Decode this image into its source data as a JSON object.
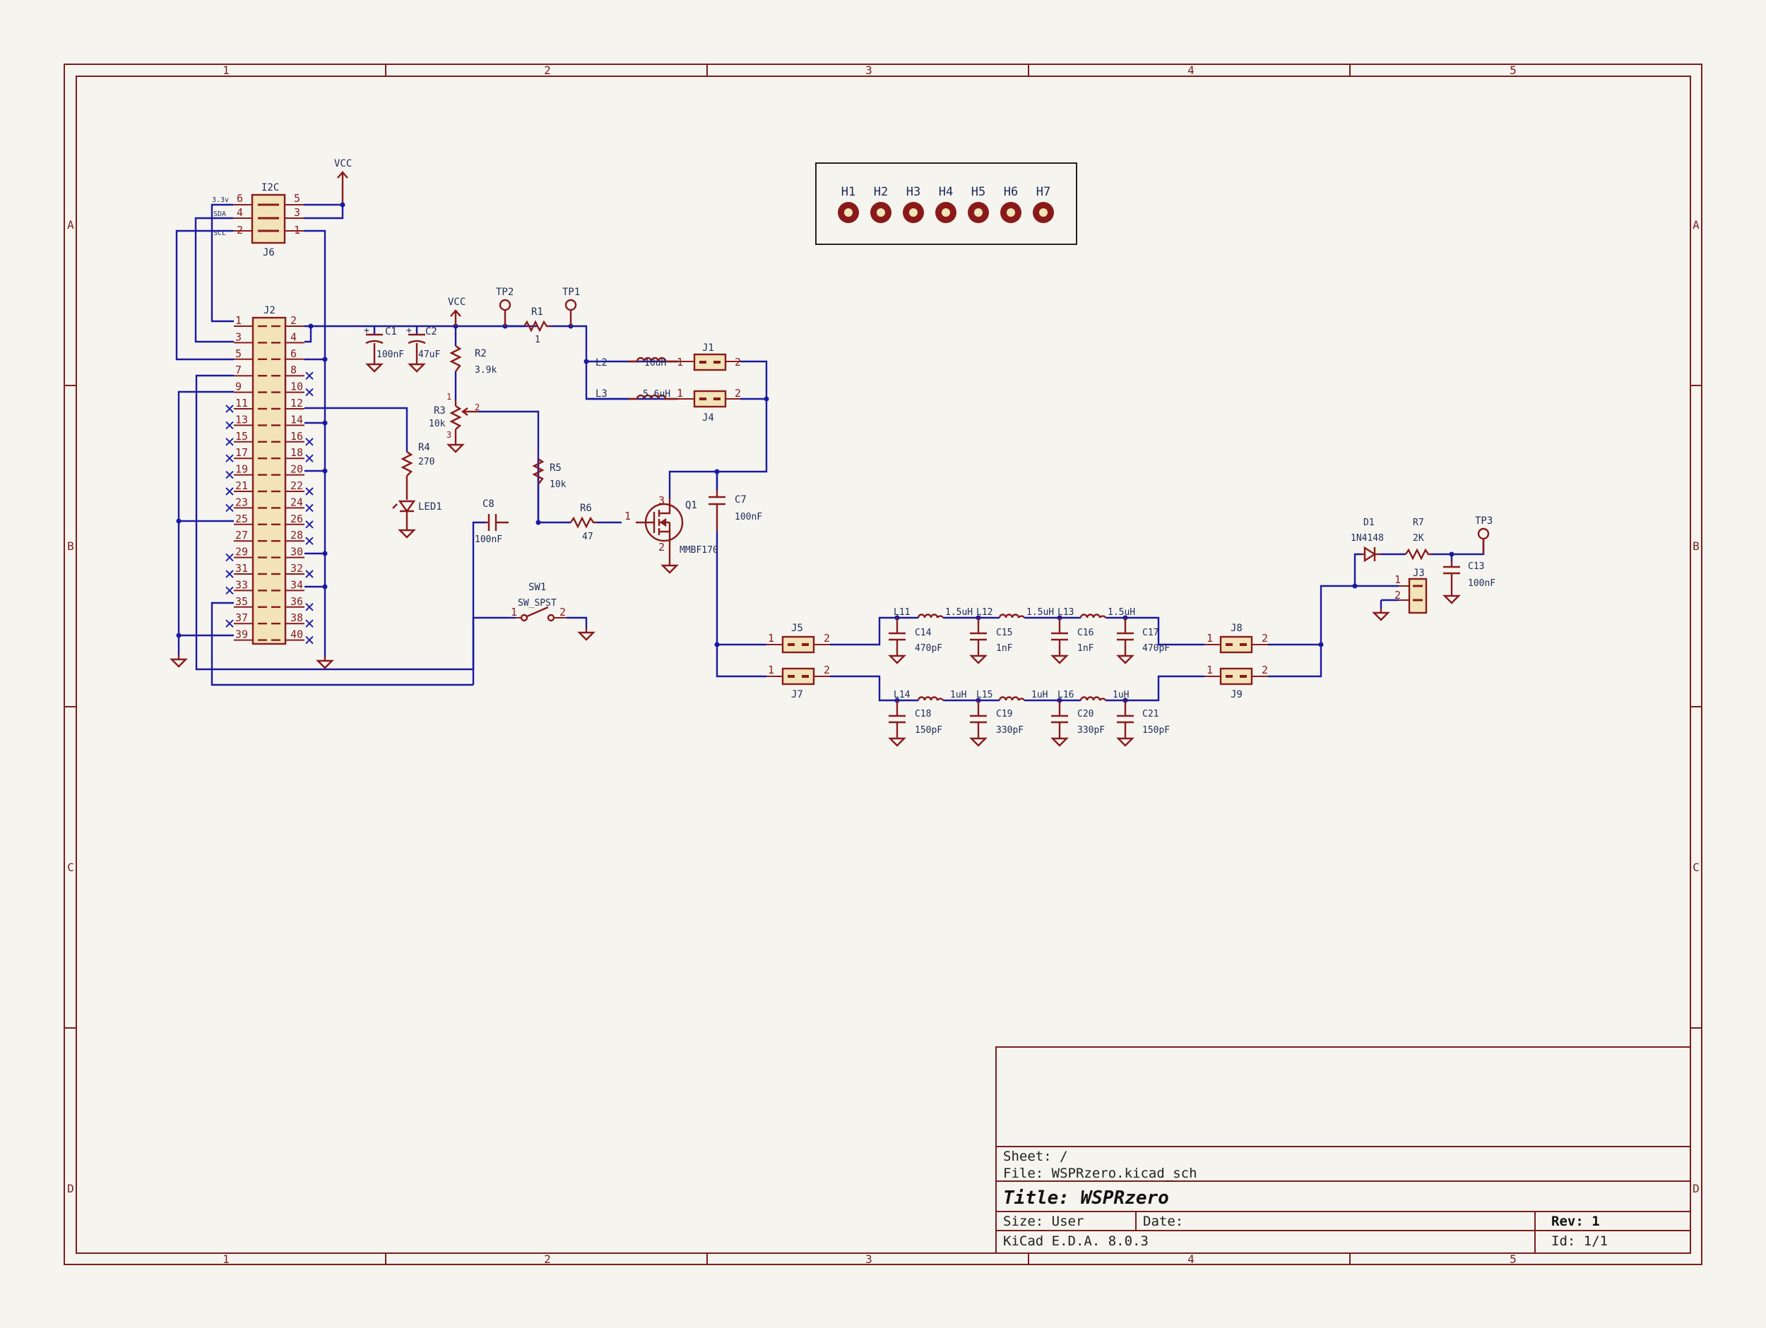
{
  "frame": {
    "columns": [
      "1",
      "2",
      "3",
      "4",
      "5"
    ],
    "rows": [
      "A",
      "B",
      "C",
      "D"
    ]
  },
  "title_block": {
    "sheet": "Sheet: /",
    "file": "File: WSPRzero.kicad_sch",
    "title": "Title: WSPRzero",
    "size": "Size: User",
    "date": "Date:",
    "rev": "Rev: 1",
    "tool": "KiCad E.D.A. 8.0.3",
    "id": "Id: 1/1"
  },
  "mounting_holes": [
    "H1",
    "H2",
    "H3",
    "H4",
    "H5",
    "H6",
    "H7"
  ],
  "power": {
    "vcc1": "VCC",
    "vcc2": "VCC"
  },
  "i2c": {
    "ref": "I2C",
    "footprint_ref": "J6",
    "left_labels": [
      "3.3v",
      "SDA",
      "SCL"
    ],
    "left_pins": [
      "6",
      "4",
      "2"
    ],
    "right_pins": [
      "5",
      "3",
      "1"
    ]
  },
  "header_j2": {
    "ref": "J2",
    "odd_pins": [
      "1",
      "3",
      "5",
      "7",
      "9",
      "11",
      "13",
      "15",
      "17",
      "19",
      "21",
      "23",
      "25",
      "27",
      "29",
      "31",
      "33",
      "35",
      "37",
      "39"
    ],
    "even_pins": [
      "2",
      "4",
      "6",
      "8",
      "10",
      "12",
      "14",
      "16",
      "18",
      "20",
      "22",
      "24",
      "26",
      "28",
      "30",
      "32",
      "34",
      "36",
      "38",
      "40"
    ]
  },
  "components": {
    "C1": {
      "ref": "C1",
      "val": "100nF"
    },
    "C2": {
      "ref": "C2",
      "val": "47uF"
    },
    "R2": {
      "ref": "R2",
      "val": "3.9k"
    },
    "R3": {
      "ref": "R3",
      "val": "10k"
    },
    "R4": {
      "ref": "R4",
      "val": "270"
    },
    "LED1": {
      "ref": "LED1"
    },
    "R5": {
      "ref": "R5",
      "val": "10k"
    },
    "C8": {
      "ref": "C8",
      "val": "100nF"
    },
    "R6": {
      "ref": "R6",
      "val": "47"
    },
    "Q1": {
      "ref": "Q1",
      "val": "MMBF170"
    },
    "C7": {
      "ref": "C7",
      "val": "100nF"
    },
    "TP2": {
      "ref": "TP2"
    },
    "TP1": {
      "ref": "TP1"
    },
    "R1": {
      "ref": "R1",
      "val": "1"
    },
    "L2": {
      "ref": "L2",
      "val": "10uH"
    },
    "L3": {
      "ref": "L3",
      "val": "5.6uH"
    },
    "J1": {
      "ref": "J1"
    },
    "J4": {
      "ref": "J4"
    },
    "SW1": {
      "ref": "SW1",
      "val": "SW_SPST"
    },
    "J5": {
      "ref": "J5"
    },
    "J7": {
      "ref": "J7"
    },
    "J8": {
      "ref": "J8"
    },
    "J9": {
      "ref": "J9"
    },
    "L11": {
      "ref": "L11",
      "val": "1.5uH"
    },
    "L12": {
      "ref": "L12",
      "val": "1.5uH"
    },
    "L13": {
      "ref": "L13",
      "val": "1.5uH"
    },
    "C14": {
      "ref": "C14",
      "val": "470pF"
    },
    "C15": {
      "ref": "C15",
      "val": "1nF"
    },
    "C16": {
      "ref": "C16",
      "val": "1nF"
    },
    "C17": {
      "ref": "C17",
      "val": "470pF"
    },
    "L14": {
      "ref": "L14",
      "val": "1uH"
    },
    "L15": {
      "ref": "L15",
      "val": "1uH"
    },
    "L16": {
      "ref": "L16",
      "val": "1uH"
    },
    "C18": {
      "ref": "C18",
      "val": "150pF"
    },
    "C19": {
      "ref": "C19",
      "val": "330pF"
    },
    "C20": {
      "ref": "C20",
      "val": "330pF"
    },
    "C21": {
      "ref": "C21",
      "val": "150pF"
    },
    "D1": {
      "ref": "D1",
      "val": "1N4148"
    },
    "R7": {
      "ref": "R7",
      "val": "2K"
    },
    "TP3": {
      "ref": "TP3"
    },
    "C13": {
      "ref": "C13",
      "val": "100nF"
    },
    "J3": {
      "ref": "J3"
    }
  },
  "pin_numbers": {
    "one": "1",
    "two": "2",
    "three": "3"
  }
}
